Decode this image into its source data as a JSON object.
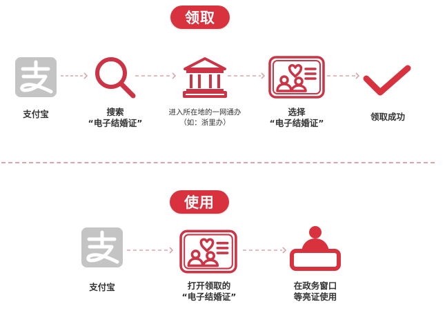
{
  "colors": {
    "accent": "#d8323f",
    "icon_red": "#cc3344",
    "alipay_gray": "#c4c4c4",
    "dash": "#d9a5a9",
    "text": "#333333"
  },
  "sections": {
    "receive": {
      "badge": "领取",
      "steps": [
        {
          "icon": "alipay-icon",
          "label_line1": "支付宝",
          "label_line2": ""
        },
        {
          "icon": "search-icon",
          "label_line1": "搜索",
          "label_line2": "“电子结婚证”"
        },
        {
          "icon": "government-building-icon",
          "label_line1": "进入所在地的一网通办",
          "label_line2": "（如：浙里办）"
        },
        {
          "icon": "marriage-certificate-icon",
          "label_line1": "选择",
          "label_line2": "“电子结婚证”"
        },
        {
          "icon": "checkmark-icon",
          "label_line1": "领取成功",
          "label_line2": ""
        }
      ]
    },
    "use": {
      "badge": "使用",
      "steps": [
        {
          "icon": "alipay-icon",
          "label_line1": "支付宝",
          "label_line2": ""
        },
        {
          "icon": "marriage-certificate-icon",
          "label_line1": "打开领取的",
          "label_line2": "“电子结婚证”"
        },
        {
          "icon": "service-counter-icon",
          "label_line1": "在政务窗口",
          "label_line2": "等亮证使用"
        }
      ]
    }
  }
}
